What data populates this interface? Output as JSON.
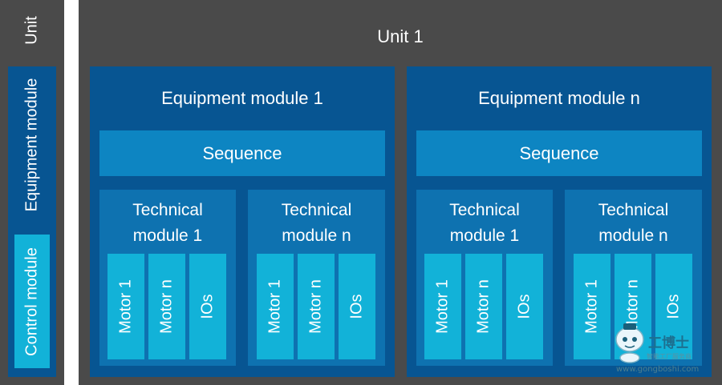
{
  "legend": {
    "unit_label": "Unit",
    "equipment_module_label": "Equipment module",
    "control_module_label": "Control module"
  },
  "unit": {
    "title": "Unit 1",
    "equipment_modules": [
      {
        "title": "Equipment module 1",
        "sequence": "Sequence",
        "technical_modules": [
          {
            "title": "Technical\nmodule 1",
            "control_modules": [
              "Motor 1",
              "Motor n",
              "IOs"
            ]
          },
          {
            "title": "Technical\nmodule n",
            "control_modules": [
              "Motor 1",
              "Motor n",
              "IOs"
            ]
          }
        ]
      },
      {
        "title": "Equipment module n",
        "sequence": "Sequence",
        "technical_modules": [
          {
            "title": "Technical\nmodule 1",
            "control_modules": [
              "Motor 1",
              "Motor n",
              "IOs"
            ]
          },
          {
            "title": "Technical\nmodule n",
            "control_modules": [
              "Motor 1",
              "Motor n",
              "IOs"
            ]
          }
        ]
      }
    ]
  },
  "watermark": {
    "brand": "工博士",
    "tagline": "智能工厂服务商",
    "url": "www.gongboshi.com"
  },
  "colors": {
    "unit": "#4a4a4a",
    "equipment_module": "#075592",
    "sequence": "#0d85c2",
    "technical_module": "#0e72b0",
    "control_module": "#12b2d8"
  }
}
